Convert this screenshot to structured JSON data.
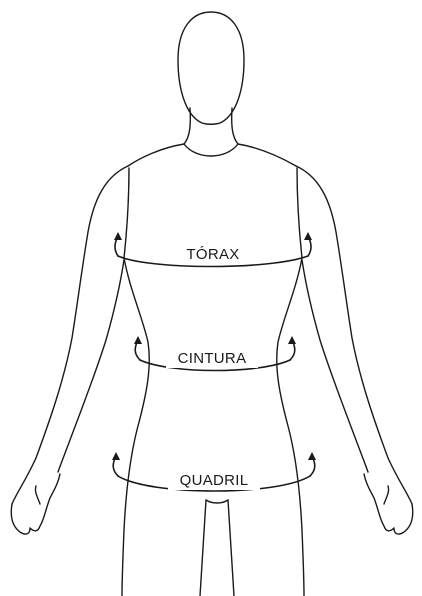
{
  "diagram": {
    "labels": {
      "chest": "TÓRAX",
      "waist": "CINTURA",
      "hip": "QUADRIL"
    },
    "colors": {
      "line": "#1a1a1a",
      "background": "#ffffff"
    }
  }
}
